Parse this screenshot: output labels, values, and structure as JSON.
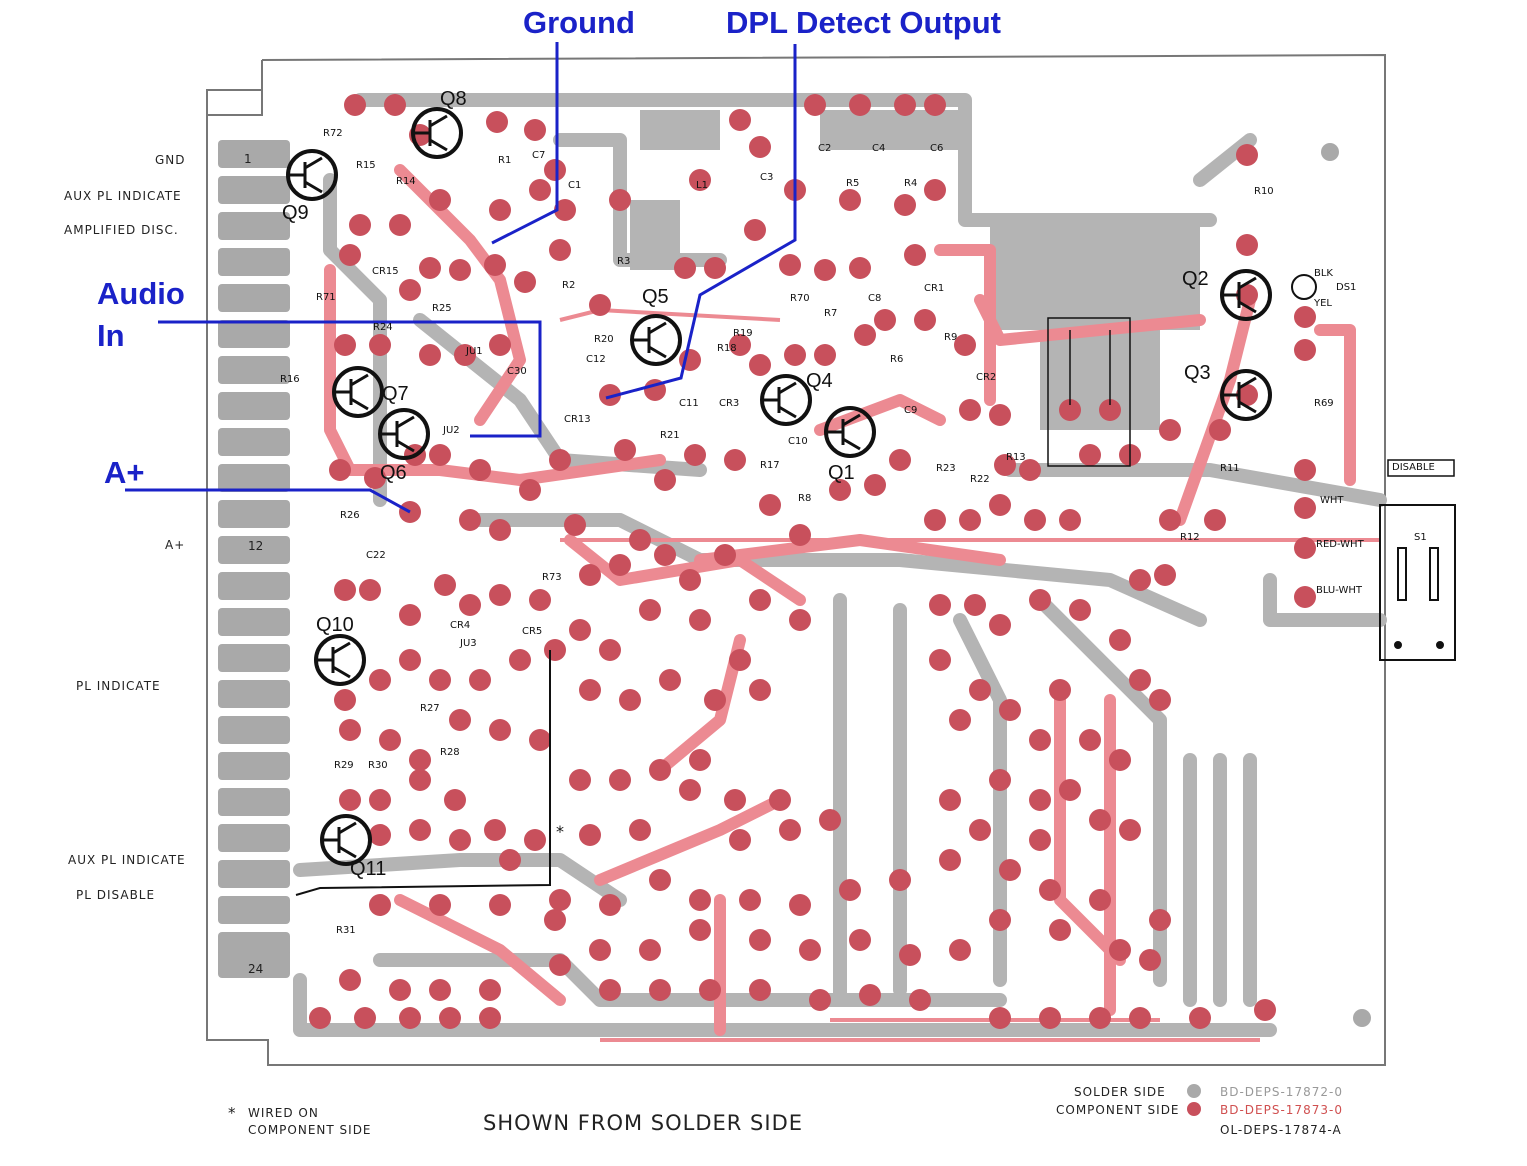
{
  "annotations": {
    "ground": "Ground",
    "dpl_detect_output": "DPL Detect Output",
    "audio_in_line1": "Audio",
    "audio_in_line2": "In",
    "a_plus": "A+"
  },
  "edge_labels": {
    "gnd": "GND",
    "aux_pl_indicate_top": "AUX PL INDICATE",
    "amplified_disc": "AMPLIFIED DISC.",
    "a_plus": "A+",
    "pl_indicate": "PL INDICATE",
    "aux_pl_indicate_bottom": "AUX PL INDICATE",
    "pl_disable": "PL DISABLE"
  },
  "pin_numbers": {
    "pin1": "1",
    "pin12": "12",
    "pin24": "24"
  },
  "transistors": [
    "Q1",
    "Q2",
    "Q3",
    "Q4",
    "Q5",
    "Q6",
    "Q7",
    "Q8",
    "Q9",
    "Q10",
    "Q11"
  ],
  "components": {
    "r72": "R72",
    "r15": "R15",
    "r14": "R14",
    "r1": "R1",
    "c7": "C7",
    "c1": "C1",
    "l1": "L1",
    "c3": "C3",
    "c2": "C2",
    "c4": "C4",
    "c6": "C6",
    "r5": "R5",
    "r4": "R4",
    "r10": "R10",
    "r3": "R3",
    "r2": "R2",
    "cr15": "CR15",
    "r71": "R71",
    "r25": "R25",
    "r24": "R24",
    "ju1": "JU1",
    "c30": "C30",
    "r16": "R16",
    "ju2": "JU2",
    "r20": "R20",
    "c12": "C12",
    "cr13": "CR13",
    "r19": "R19",
    "r18": "R18",
    "r70": "R70",
    "r7": "R7",
    "c8": "C8",
    "cr1": "CR1",
    "r9": "R9",
    "r6": "R6",
    "cr2": "CR2",
    "c11": "C11",
    "cr3": "CR3",
    "c9": "C9",
    "c10": "C10",
    "r21": "R21",
    "r17": "R17",
    "r8": "R8",
    "r23": "R23",
    "r22": "R22",
    "r13": "R13",
    "r11": "R11",
    "r69": "R69",
    "r12": "R12",
    "r26": "R26",
    "c22": "C22",
    "r73": "R73",
    "cr4": "CR4",
    "cr5": "CR5",
    "ju3": "JU3",
    "r27": "R27",
    "r28": "R28",
    "r29": "R29",
    "r30": "R30",
    "r31": "R31",
    "ds1": "DS1",
    "blk": "BLK",
    "yel": "YEL",
    "s1": "S1",
    "wht": "WHT",
    "red_wht": "RED-WHT",
    "blu_wht": "BLU-WHT",
    "disable": "DISABLE",
    "asterisk": "*"
  },
  "footer": {
    "wired_line1": "WIRED ON",
    "wired_line2": "COMPONENT SIDE",
    "shown_from": "SHOWN FROM SOLDER SIDE",
    "solder_side": "SOLDER SIDE",
    "component_side": "COMPONENT SIDE",
    "solder_code": "BD-DEPS-17872-0",
    "component_code": "BD-DEPS-17873-0",
    "ol_code": "OL-DEPS-17874-A"
  },
  "colors": {
    "annotation_blue": "#1a22c8",
    "solder_trace_gray": "#b4b4b4",
    "component_trace_red": "#ec8a92",
    "pad_red": "#c8505c"
  }
}
